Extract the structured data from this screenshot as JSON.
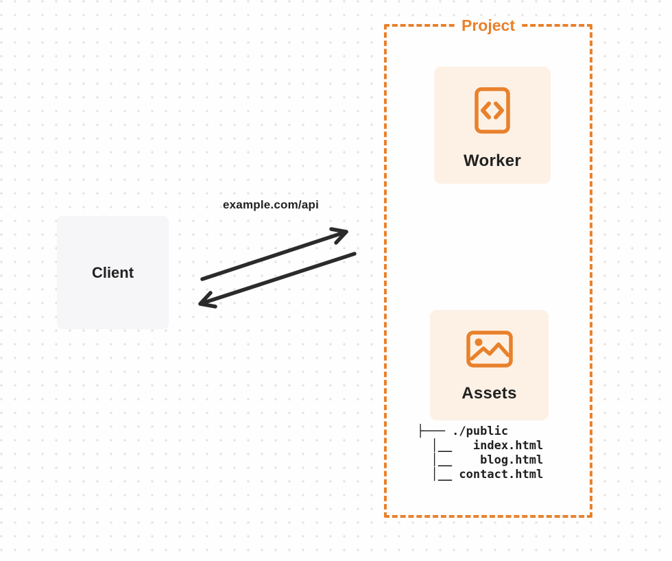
{
  "colors": {
    "background": "#FEFEFE",
    "dot": "#E4E4E6",
    "orange": "#E8812C",
    "card_cream": "#FDF1E6",
    "card_gray": "#F6F6F8",
    "text_dark": "#212121",
    "arrow": "#2B2B2B"
  },
  "client": {
    "label": "Client"
  },
  "connection": {
    "label": "example.com/api"
  },
  "project": {
    "label": "Project",
    "worker": {
      "label": "Worker",
      "icon": "code-file-icon"
    },
    "assets": {
      "label": "Assets",
      "icon": "image-icon"
    },
    "file_tree": {
      "text": "├─── ./public\n  │__   index.html\n  │__    blog.html\n  │__ contact.html",
      "root": "./public",
      "files": [
        "index.html",
        "blog.html",
        "contact.html"
      ]
    }
  }
}
